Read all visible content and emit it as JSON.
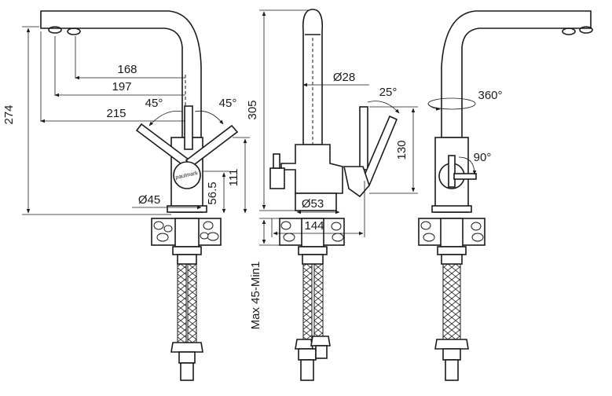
{
  "front_view": {
    "dim_168": "168",
    "dim_197": "197",
    "dim_215": "215",
    "dim_274": "274",
    "angle_left": "45°",
    "angle_right": "45°",
    "dim_111": "111",
    "dim_56_5": "56.5",
    "dim_d45": "Ø45",
    "brand_text": "paulmark"
  },
  "side_view": {
    "dim_305": "305",
    "dim_d28": "Ø28",
    "angle_25": "25°",
    "dim_130": "130",
    "dim_d53": "Ø53",
    "dim_144": "144",
    "dim_countertop": "Max 45-Min1"
  },
  "back_view": {
    "angle_360": "360°",
    "angle_90": "90°"
  }
}
